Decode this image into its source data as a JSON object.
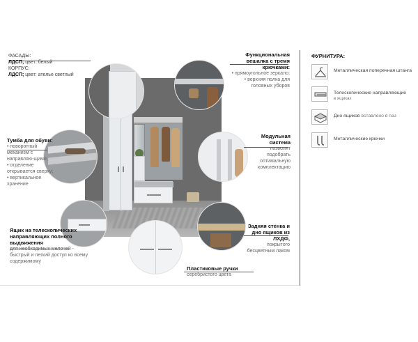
{
  "left": {
    "facades": {
      "line1_label": "ФАСАДЫ:",
      "line2_bold": "ЛДСП;",
      "line2_rest": " цвет: белый",
      "line3_label": "КОРПУС:",
      "line4_bold": "ЛДСП;",
      "line4_rest": " цвет: ателье светлый"
    },
    "tumba": {
      "title": "Тумба для обуви:",
      "items": [
        "поворотный механизм с направляю-щими;",
        "отделение открывается сверху;",
        "вертикальное хранение"
      ]
    },
    "yashik": {
      "title": "Ящик на телескопических направляющих полного выдвижения",
      "desc": "для необходимых мелочей - быстрый и легкий доступ ко всему содержимому"
    }
  },
  "center": {
    "ruchki": {
      "title": "Пластиковые ручки",
      "desc": "серебристого цвета"
    }
  },
  "right_callouts": {
    "veshalka": {
      "title": "Функциональная вешалка с тремя крючками:",
      "items": [
        "прямоугольное зеркало;",
        "верхняя полка для головных уборов"
      ]
    },
    "modul": {
      "title": "Модульная система",
      "desc": "позволит подобрать оптимальную комплектацию"
    },
    "stenka": {
      "title": "Задняя стенка и дно ящиков из ЛХДФ,",
      "desc": "покрытого бесцветным лаком"
    }
  },
  "furnitura": {
    "title": "ФУРНИТУРА:",
    "items": [
      {
        "icon": "hanger-rail-icon",
        "label": "Металлическая поперечная штанга"
      },
      {
        "icon": "telescopic-slide-icon",
        "label": "Телескопические направляющие",
        "sub": "в ящиках"
      },
      {
        "icon": "drawer-bottom-icon",
        "label": "Дно ящиков",
        "sub": "вставлено в паз"
      },
      {
        "icon": "metal-hooks-icon",
        "label": "Металлические крючки"
      }
    ]
  }
}
